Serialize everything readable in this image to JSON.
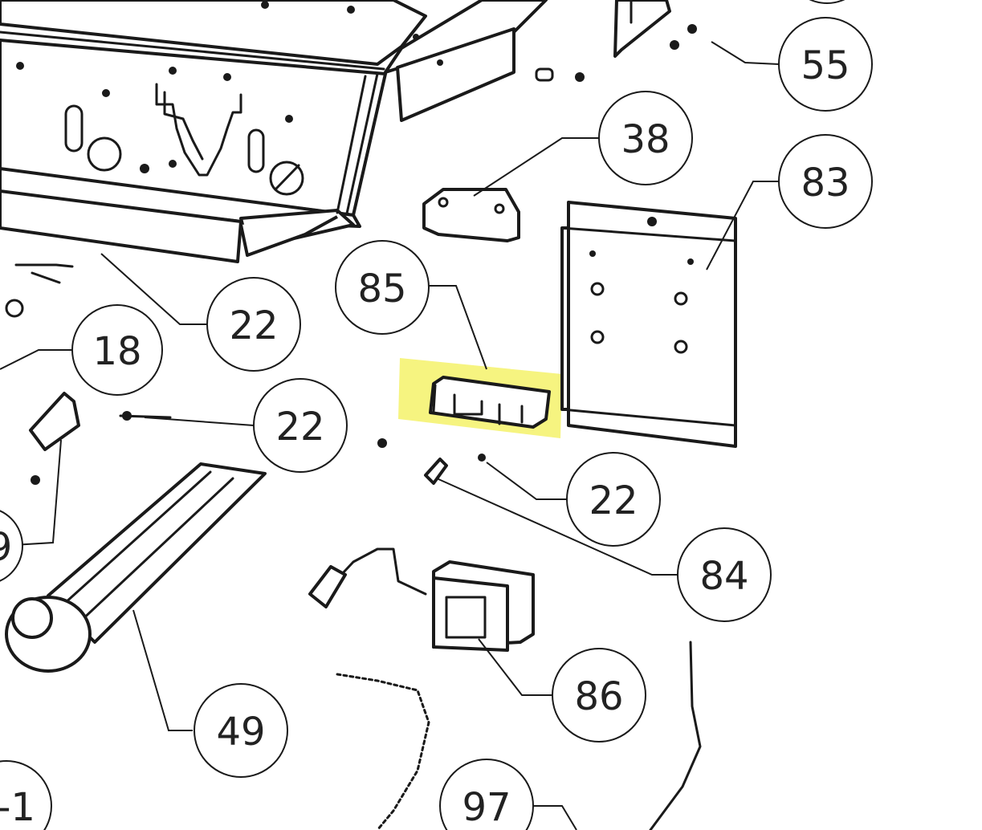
{
  "diagram": {
    "highlight_color": "#f4f26a",
    "callouts": [
      {
        "id": "c55",
        "label": "55"
      },
      {
        "id": "c38",
        "label": "38"
      },
      {
        "id": "c83",
        "label": "83"
      },
      {
        "id": "c85",
        "label": "85"
      },
      {
        "id": "c22a",
        "label": "22"
      },
      {
        "id": "c18",
        "label": "18"
      },
      {
        "id": "c22b",
        "label": "22"
      },
      {
        "id": "c22c",
        "label": "22"
      },
      {
        "id": "c84",
        "label": "84"
      },
      {
        "id": "c86",
        "label": "86"
      },
      {
        "id": "c49",
        "label": "49"
      },
      {
        "id": "c97",
        "label": "97"
      },
      {
        "id": "c41",
        "label": "-1"
      },
      {
        "id": "c9",
        "label": "9"
      }
    ]
  }
}
